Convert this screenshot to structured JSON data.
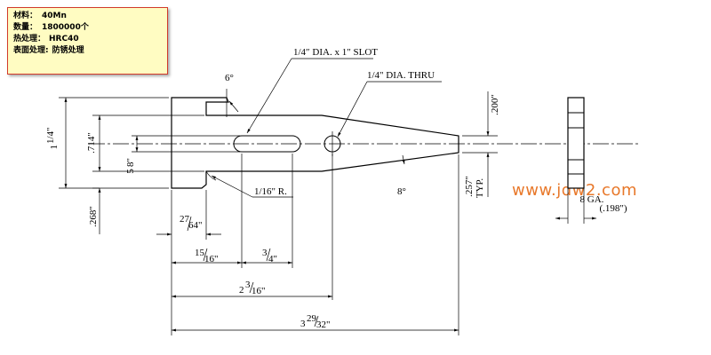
{
  "notes": {
    "material_label": "材料：",
    "material_value": "40Mn",
    "quantity_label": "数量：",
    "quantity_value": "1800000个",
    "heat_label": "热处理：",
    "heat_value": "HRC40",
    "surface_label": "表面处理:",
    "surface_value": "防锈处理"
  },
  "callouts": {
    "slot": "1/4″ DIA. x 1″ SLOT",
    "thru": "1/4\" DIA. THRU",
    "radius": "1/16\" R.",
    "angle_top": "6°",
    "angle_bottom": "8°",
    "typ": "TYP.",
    "gauge": "8 GA.",
    "gauge_mm": "(.198\")"
  },
  "dimensions": {
    "d_200": ".200\"",
    "d_257": ".257\"",
    "d_714": ".714\"",
    "d_268": ".268\"",
    "d_1_1_4": "1",
    "d_1_1_4_frac": "1/4\"",
    "d_5_8": "5",
    "d_5_8_frac": "8\"",
    "d_27_64_num": "27",
    "d_27_64_den": "64\"",
    "d_15_16_num": "15",
    "d_15_16_den": "16\"",
    "d_3_4_num": "3",
    "d_3_4_den": "4\"",
    "d_2_3_16_whole": "2",
    "d_2_3_16_num": "3",
    "d_2_3_16_den": "16\"",
    "d_3_29_32_whole": "3",
    "d_3_29_32_num": "29",
    "d_3_29_32_den": "32\""
  },
  "watermark": "www.jdw2.com"
}
